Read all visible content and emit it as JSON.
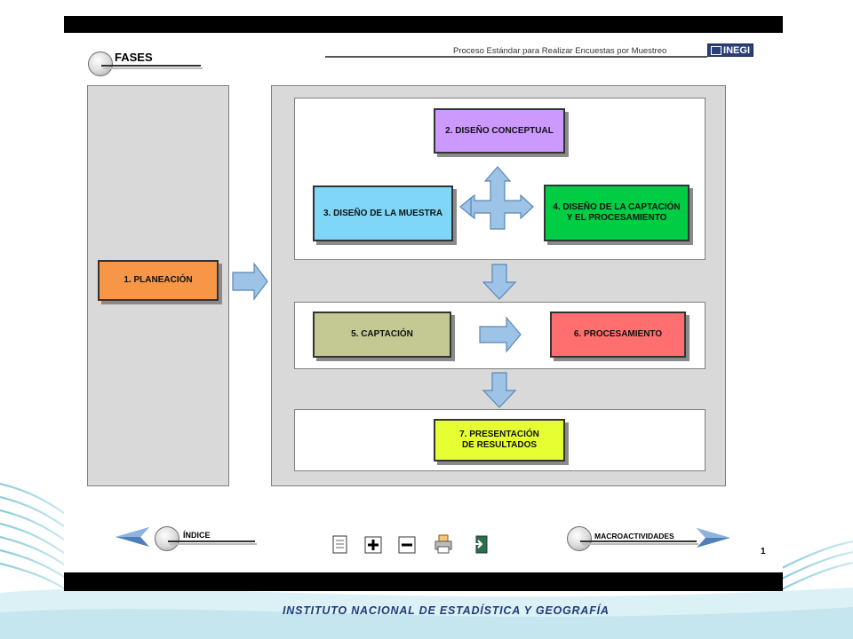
{
  "header": {
    "section_title": "FASES",
    "subtitle": "Proceso Estándar para Realizar Encuestas por Muestreo",
    "logo_text": "INEGI"
  },
  "phases": {
    "p1": "1. PLANEACIÓN",
    "p2": "2. DISEÑO CONCEPTUAL",
    "p3": "3. DISEÑO DE LA MUESTRA",
    "p4_line1": "4. DISEÑO DE LA CAPTACIÓN",
    "p4_line2": "Y EL PROCESAMIENTO",
    "p5": "5. CAPTACIÓN",
    "p6": "6. PROCESAMIENTO",
    "p7_line1": "7. PRESENTACIÓN",
    "p7_line2": "DE RESULTADOS"
  },
  "colors": {
    "p1": "#f79646",
    "p2": "#cc99ff",
    "p3": "#7fd6f7",
    "p4": "#00cc44",
    "p5": "#c4c994",
    "p6": "#ff6f6f",
    "p7": "#e6ff33",
    "arrow": "#9dc3e6"
  },
  "nav": {
    "index_label": "ÍNDICE",
    "next_label": "MACROACTIVIDADES",
    "page_number": "1"
  },
  "toolbar_icons": [
    "document-icon",
    "zoom-in-icon",
    "zoom-out-icon",
    "print-icon",
    "exit-icon"
  ],
  "footer": {
    "institution": "INSTITUTO NACIONAL DE ESTADÍSTICA Y GEOGRAFÍA"
  }
}
